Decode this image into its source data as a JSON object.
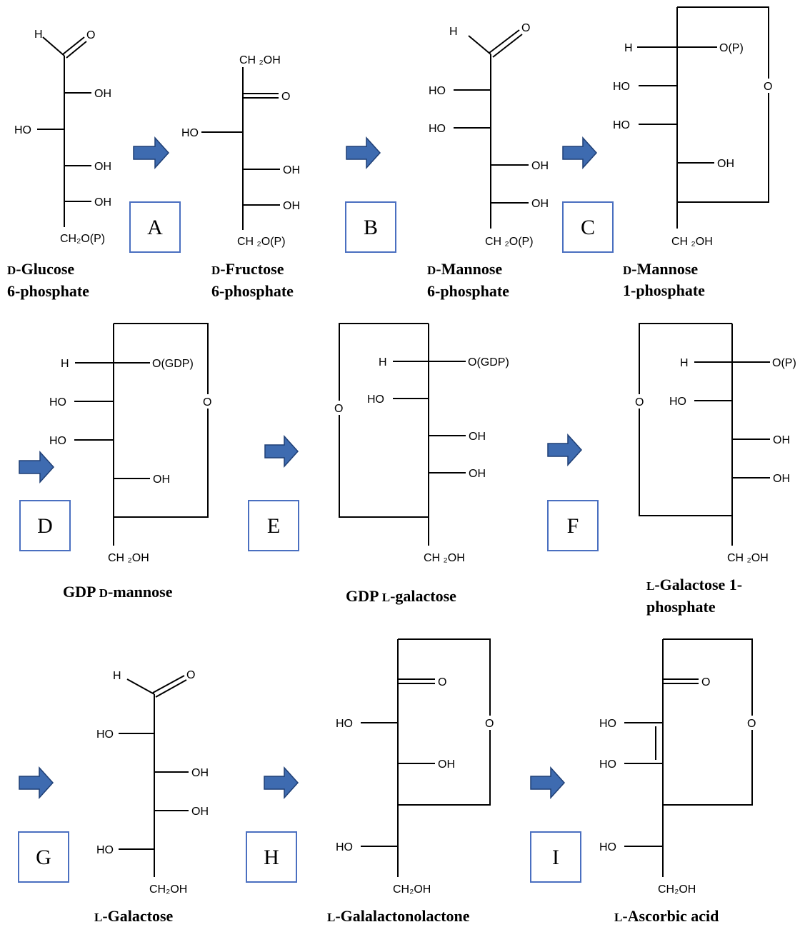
{
  "colors": {
    "arrow": "#3e6bb0",
    "box_border": "#4a6fc0",
    "text": "#000000"
  },
  "atoms": {
    "H": "H",
    "O": "O",
    "OH": "OH",
    "HO": "HO",
    "OP": "O(P)",
    "OGDP": "O(GDP)",
    "CH2OP_glc": "CH₂O(P)",
    "CH2OP": "CH ₂O(P)",
    "CH2OH": "CH ₂OH",
    "CH2OH_b": "CH₂OH"
  },
  "steps": [
    "A",
    "B",
    "C",
    "D",
    "E",
    "F",
    "G",
    "H",
    "I"
  ],
  "compounds": {
    "glc6p": {
      "line1_sc": "D",
      "line1": "-Glucose",
      "line2": "6-phosphate"
    },
    "fru6p": {
      "line1_sc": "D",
      "line1": "-Fructose",
      "line2": "6-phosphate"
    },
    "man6p": {
      "line1_sc": "D",
      "line1": "-Mannose",
      "line2": "6-phosphate"
    },
    "man1p": {
      "line1_sc": "D",
      "line1": "-Mannose",
      "line2": "1-phosphate"
    },
    "gdpman": {
      "prefix": "GDP ",
      "sc": "D",
      "name": "-mannose"
    },
    "gdpgal": {
      "prefix": "GDP ",
      "sc": "L",
      "name": "-galactose"
    },
    "gal1p": {
      "line1_sc": "L",
      "line1": "-Galactose 1-",
      "line2": "phosphate"
    },
    "gal": {
      "sc": "L",
      "name": "-Galactose"
    },
    "galactonolactone": {
      "sc": "L",
      "name": "-Galalactonolactone"
    },
    "ascorbate": {
      "sc": "L",
      "name": "-Ascorbic acid"
    }
  }
}
